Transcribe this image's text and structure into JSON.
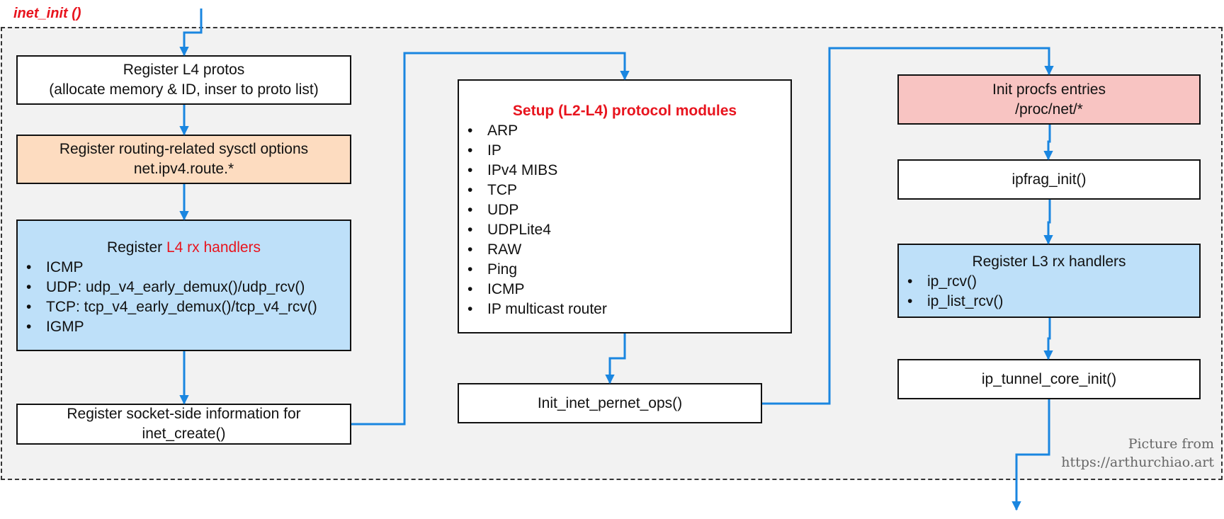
{
  "diagram": {
    "title": "inet_init ()",
    "colors": {
      "arrow": "#1a86e0",
      "accent_red": "#e8141e",
      "orange": "#fddcc0",
      "blue": "#bee0f9",
      "pink": "#f8c4c2"
    },
    "col1": {
      "l4_protos": {
        "line1": "Register L4 protos",
        "line2": "(allocate memory & ID, inser to proto list)"
      },
      "routing_sysctl": {
        "line1": "Register routing-related sysctl options",
        "line2": "net.ipv4.route.*"
      },
      "l4_rx": {
        "title_prefix": "Register ",
        "title_highlight": "L4 rx handlers",
        "items": [
          "ICMP",
          "UDP: udp_v4_early_demux()/udp_rcv()",
          "TCP: tcp_v4_early_demux()/tcp_v4_rcv()",
          "IGMP"
        ]
      },
      "socket_info": {
        "line1": "Register socket-side information for",
        "line2": "inet_create()"
      }
    },
    "col2": {
      "modules": {
        "title": "Setup (L2-L4) protocol modules",
        "items": [
          "ARP",
          "IP",
          "IPv4 MIBS",
          "TCP",
          "UDP",
          "UDPLite4",
          "RAW",
          "Ping",
          "ICMP",
          "IP multicast router"
        ]
      },
      "pernet": {
        "label": "Init_inet_pernet_ops()"
      }
    },
    "col3": {
      "procfs": {
        "line1": "Init procfs entries",
        "line2": "/proc/net/*"
      },
      "ipfrag": {
        "label": "ipfrag_init()"
      },
      "l3_rx": {
        "title": "Register L3 rx handlers",
        "items": [
          "ip_rcv()",
          "ip_list_rcv()"
        ]
      },
      "tunnel": {
        "label": "ip_tunnel_core_init()"
      }
    },
    "credit": {
      "line1": "Picture from",
      "line2": "https://arthurchiao.art"
    }
  }
}
